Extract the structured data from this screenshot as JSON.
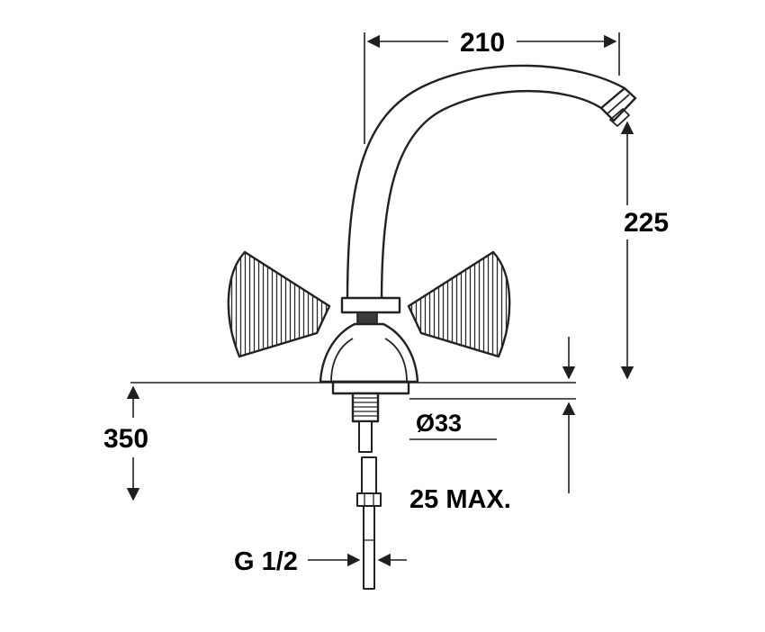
{
  "page": {
    "background": "#ffffff"
  },
  "diagram": {
    "line_color": "#1f1f1f",
    "outline_color": "#222222",
    "text_color": "#000000",
    "labels": {
      "spout_reach": "210",
      "spout_height": "225",
      "under_deck_length": "350",
      "hole_diameter": "Ø33",
      "max_deck_thickness": "25 MAX.",
      "thread_size": "G 1/2"
    }
  }
}
